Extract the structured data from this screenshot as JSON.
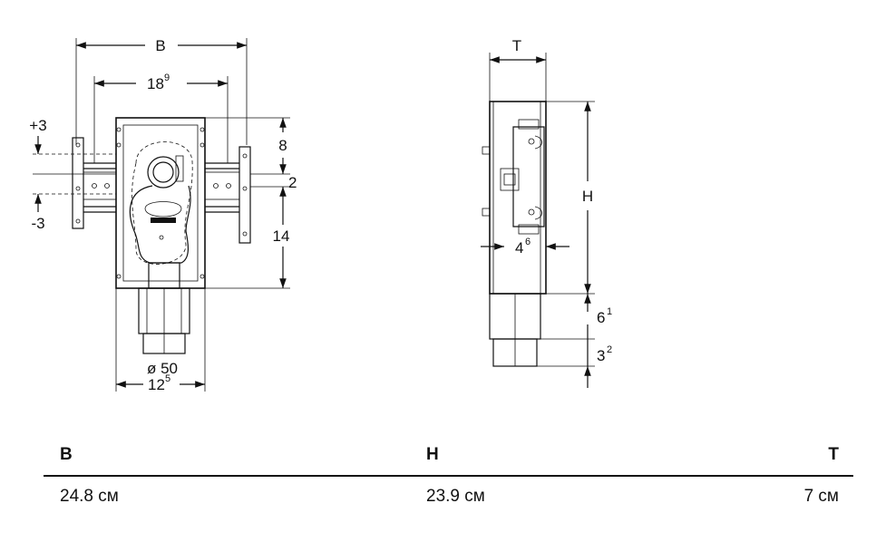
{
  "front_view": {
    "width_label": "B",
    "spacing_label": "18",
    "spacing_sup": "9",
    "plus_label": "+3",
    "minus_label": "-3",
    "top_label": "8",
    "mid_label": "2",
    "lower_label": "14",
    "pipe_label": "ø 50",
    "base_label": "12",
    "base_sup": "5"
  },
  "side_view": {
    "depth_label": "T",
    "height_label": "H",
    "inner_label": "4",
    "inner_sup": "6",
    "pipe1_label": "6",
    "pipe1_sup": "1",
    "pipe2_label": "3",
    "pipe2_sup": "2"
  },
  "table": {
    "headers": [
      "B",
      "H",
      "T"
    ],
    "values": [
      "24.8 см",
      "23.9 см",
      "7 см"
    ]
  }
}
